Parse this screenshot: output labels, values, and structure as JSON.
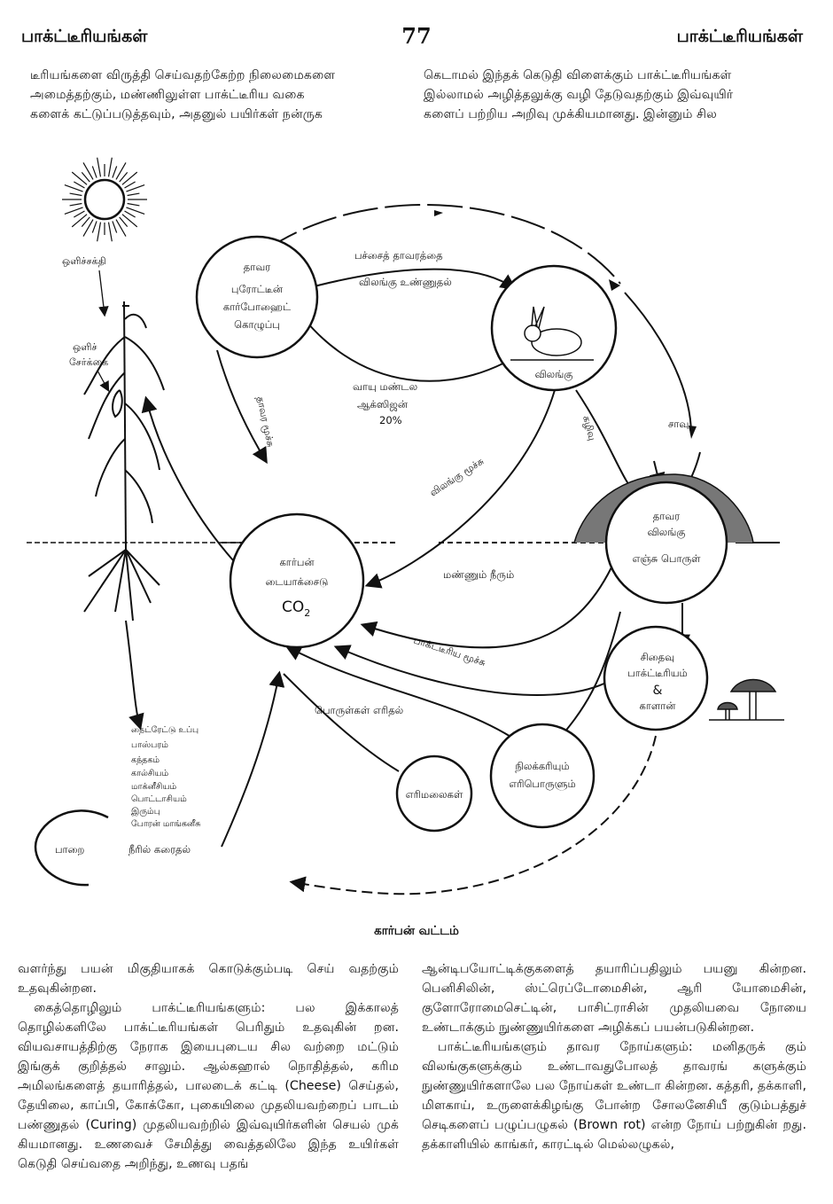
{
  "header": {
    "left": "பாக்ட்டீரியங்கள்",
    "page_number": "77",
    "right": "பாக்ட்டீரியங்கள்"
  },
  "top_text": {
    "left": [
      "டீரியங்களை விருத்தி செய்வதற்கேற்ற நிலைமைகளை",
      "அமைத்தற்கும், மண்ணிலுள்ள பாக்ட்டீரிய வகை",
      "களைக் கட்டுப்படுத்தவும், அதனுல் பயிர்கள் நன்ருக"
    ],
    "right": [
      "கெடாமல் இந்தக் கெடுதி விளைக்கும் பாக்ட்டீரியங்கள்",
      "இல்லாமல் அழித்தலுக்கு வழி தேடுவதற்கும் இவ்வுயிர்",
      "களைப் பற்றிய அறிவு முக்கியமானது. இன்னும் சில"
    ]
  },
  "diagram": {
    "sun_label": "ஒளிச்சக்தி",
    "photosynthesis_label": [
      "ஒளிச்",
      "சேர்க்கை"
    ],
    "plant_node": [
      "தாவர",
      "புரோட்டீன்",
      "கார்போஹைட்",
      "கொழுப்பு"
    ],
    "animal_node": "விலங்கு",
    "waste_node": [
      "தாவர",
      "விலங்கு",
      "எஞ்சு பொருள்"
    ],
    "co2_node": [
      "கார்பன்",
      "டையாக்சைடு",
      "CO",
      "2"
    ],
    "decomp_node": [
      "சிதைவு",
      "பாக்ட்டீரியம்",
      "&",
      "காளான்"
    ],
    "fuel_node": [
      "நிலக்கரியும்",
      "எரிபொருளும்"
    ],
    "volcano_node": "எரிமலைகள்",
    "rock_node": "பாறை",
    "edge_eating": [
      "பச்சைத் தாவரத்தை",
      "விலங்கு உண்ணுதல்"
    ],
    "atmosphere": [
      "வாயு மண்டல",
      "ஆக்ஸிஜன்",
      "20%"
    ],
    "plant_respiration": "தாவர மூச்சு",
    "animal_respiration": "விலங்கு மூச்சு",
    "excretion": "கழிவு",
    "death": "சாவு",
    "soil_water": "மண்ணும் நீரும்",
    "bacterial_respiration": "பாக்ட்டீரிய மூச்சு",
    "burning": "பொருள்கள் எரிதல்",
    "dissolving": "நீரில் கரைதல்",
    "minerals": [
      "நைட்ரேட்டு உப்பு",
      "பாஸ்பரம்",
      "கந்தகம்",
      "கால்சியம்",
      "மாக்னீசியம்",
      "பொட்டாசியம்",
      "இரும்பு",
      "போரன்  மாங்கனீசு"
    ]
  },
  "caption": "கார்பன் வட்டம்",
  "bottom_text": {
    "left": [
      {
        "text": "வளர்ந்து பயன் மிகுதியாகக் கொடுக்கும்படி செய் வதற்கும் உதவுகின்றன.",
        "indent": false
      },
      {
        "text": "கைத்தொழிலும் பாக்ட்டீரியங்களும்: பல இக்காலத் தொழில்களிலே பாக்ட்டீரியங்கள் பெரிதும் உதவுகின் றன. வியவசாயத்திற்கு நேராக இயைபுடைய சில வற்றை மட்டும் இங்குக் குறித்தல் சாலும். ஆல்கஹால் நொதித்தல், கரிம அமிலங்களைத் தயாரித்தல், பாலடைக் கட்டி (Cheese) செய்தல், தேயிலை, காப்பி, கோக்கோ, புகையிலை முதலியவற்றைப் பாடம் பண்ணுதல் (Curing) முதலியவற்றில் இவ்வுயிர்களின் செயல் முக் கியமானது. உணவைச் சேமித்து வைத்தலிலே இந்த உயிர்கள் கெடுதி செய்வதை அறிந்து, உணவு பதங்",
        "indent": true
      }
    ],
    "right": [
      {
        "text": "ஆன்டிபயோட்டிக்குகளைத் தயாரிப்பதிலும் பயனு கின்றன. பெனிசிலின், ஸ்ட்ரெப்டோமைசின், ஆரி யோமைசின், குளோரோமைசெட்டின், பாசிட்ராசின் முதலியவை நோயை உண்டாக்கும் நுண்ணுயிர்களை அழிக்கப் பயன்படுகின்றன.",
        "indent": false
      },
      {
        "text": "பாக்ட்டீரியங்களும் தாவர நோய்களும்: மனிதருக் கும் விலங்குகளுக்கும் உண்டாவதுபோலத் தாவரங் களுக்கும் நுண்ணுயிர்களாலே பல நோய்கள் உண்டா கின்றன. கத்தரி, தக்காளி, மிளகாய், உருளைக்கிழங்கு போன்ற சோலனேசியீ குடும்பத்துச் செடிகளைப் பழுப்பழுகல் (Brown rot) என்ற நோய் பற்றுகின் றது. தக்காளியில் காங்கர், காரட்டில் மெல்லழுகல்,",
        "indent": true
      }
    ]
  }
}
